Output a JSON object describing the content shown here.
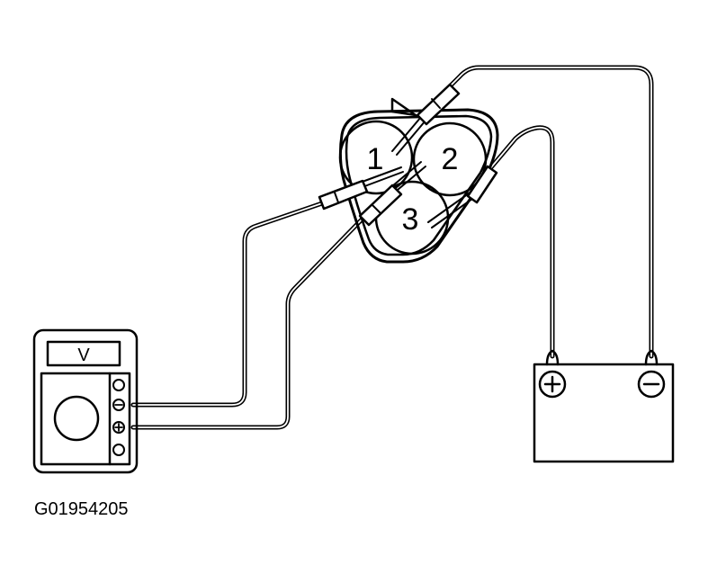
{
  "meter": {
    "display_label": "V",
    "jacks": [
      {
        "symbol": "",
        "icon": "jack-open-icon"
      },
      {
        "symbol": "−",
        "icon": "jack-negative-icon"
      },
      {
        "symbol": "+",
        "icon": "jack-positive-icon"
      },
      {
        "symbol": "",
        "icon": "jack-open-icon"
      }
    ]
  },
  "coil_pack": {
    "terminals": [
      {
        "number": "1"
      },
      {
        "number": "2"
      },
      {
        "number": "3"
      }
    ]
  },
  "battery": {
    "positive_symbol": "+",
    "negative_symbol": "−"
  },
  "figure_code": "G01954205",
  "colors": {
    "ink": "#000000",
    "paper": "#ffffff"
  }
}
